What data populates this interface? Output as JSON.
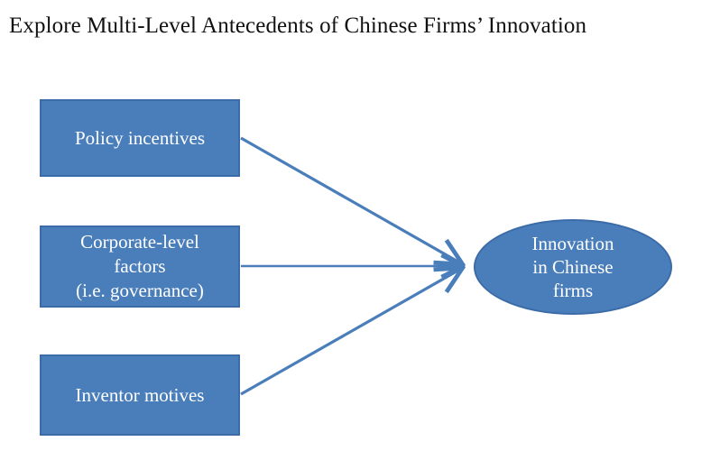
{
  "slide": {
    "title": "Explore Multi-Level Antecedents of Chinese Firms’ Innovation",
    "background_color": "#FFFFFF"
  },
  "theme": {
    "shape_fill": "#4A7EBB",
    "shape_border": "#3C6CA8",
    "shape_text_color": "#FFFFFF",
    "arrow_color": "#4A7EBB",
    "title_color": "#111111"
  },
  "diagram": {
    "type": "flow",
    "antecedents": [
      {
        "id": "policy-incentives",
        "shape": "rectangle",
        "lines": [
          "Policy incentives"
        ],
        "text": "Policy incentives"
      },
      {
        "id": "corporate-level-factors",
        "shape": "rectangle",
        "lines": [
          "Corporate-level",
          "factors",
          "(i.e. governance)"
        ],
        "text": "Corporate-level factors (i.e. governance)"
      },
      {
        "id": "inventor-motives",
        "shape": "rectangle",
        "lines": [
          "Inventor motives"
        ],
        "text": "Inventor motives"
      }
    ],
    "outcome": {
      "id": "innovation-in-chinese-firms",
      "shape": "ellipse",
      "lines": [
        "Innovation",
        "in Chinese",
        "firms"
      ],
      "text": "Innovation in Chinese firms"
    },
    "connectors": [
      {
        "from": "policy-incentives",
        "to": "innovation-in-chinese-firms",
        "style": "arrow"
      },
      {
        "from": "corporate-level-factors",
        "to": "innovation-in-chinese-firms",
        "style": "arrow"
      },
      {
        "from": "inventor-motives",
        "to": "innovation-in-chinese-firms",
        "style": "arrow"
      }
    ]
  }
}
